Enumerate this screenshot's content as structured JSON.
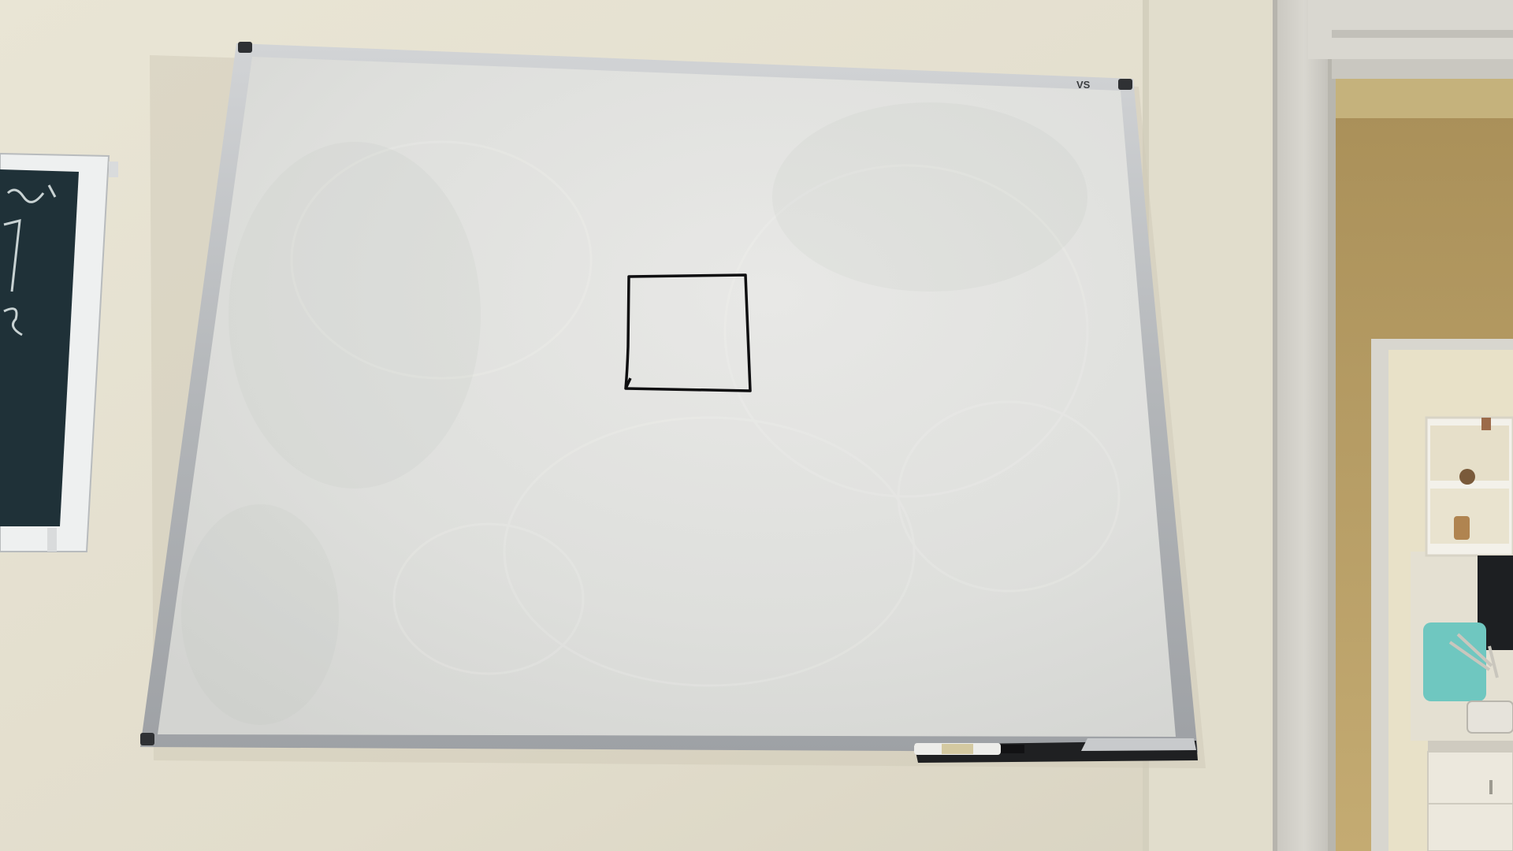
{
  "scene": {
    "kind": "photo",
    "subject": "whiteboard",
    "colors": {
      "wall": "#e4e0d0",
      "wall_shadow": "#d3cfbd",
      "board_surface": "#e2e2df",
      "board_frame": "#b9bcbf",
      "frame_corner": "#2f3134",
      "marker_ink": "#0e0e10",
      "chalkboard": "#1f3138",
      "chalkboard_frame": "#eef0f0",
      "doorway_trim": "#cfcdc6",
      "kitchen_wall": "#b89d63",
      "kitchen_lit": "#ece6d2",
      "kitchen_shelf": "#f4f2ea",
      "tile_teal": "#6fc7c0"
    },
    "drawing": {
      "shape": "square",
      "count": 1
    },
    "brand_logo": {
      "text": "VS"
    }
  }
}
